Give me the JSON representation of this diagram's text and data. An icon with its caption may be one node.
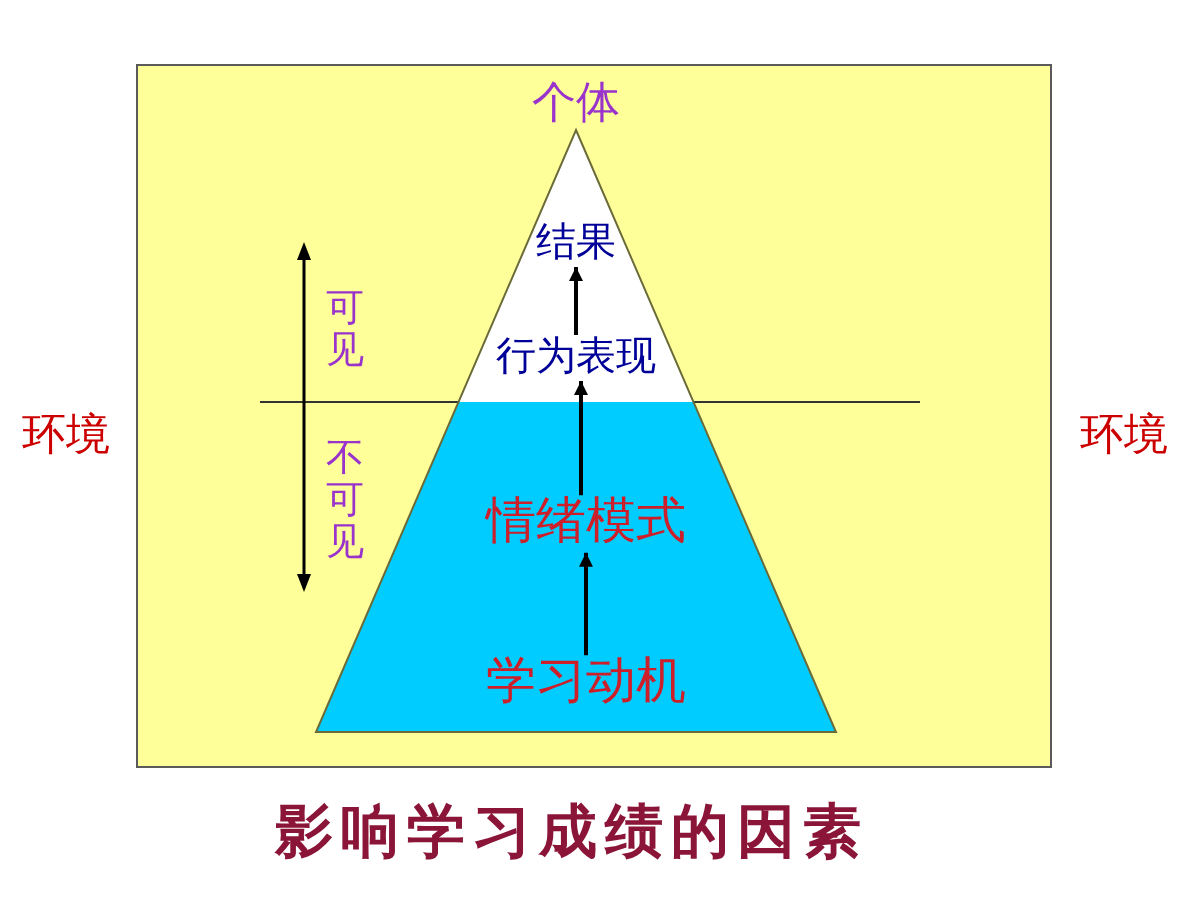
{
  "diagram": {
    "title": "影响学习成绩的因素",
    "nodes": [
      {
        "text": [],
        "shape": "box"
      },
      {
        "text": [
          "个体"
        ],
        "in": 0
      },
      {
        "text": [
          "结果"
        ],
        "in": 1
      },
      {
        "text": [
          "行为表现"
        ],
        "in": 1
      },
      {
        "text": [
          "情绪模式"
        ],
        "in": 1
      },
      {
        "text": [
          "学习动机"
        ],
        "in": 1
      }
    ],
    "edges": [
      {
        "from": 3,
        "to": 2,
        "arrow": "to"
      },
      {
        "from": 4,
        "to": 3,
        "arrow": "to"
      },
      {
        "from": 5,
        "to": 4,
        "arrow": "to"
      }
    ],
    "labels": [
      "环境",
      "可见",
      "不可见",
      "环境"
    ]
  }
}
